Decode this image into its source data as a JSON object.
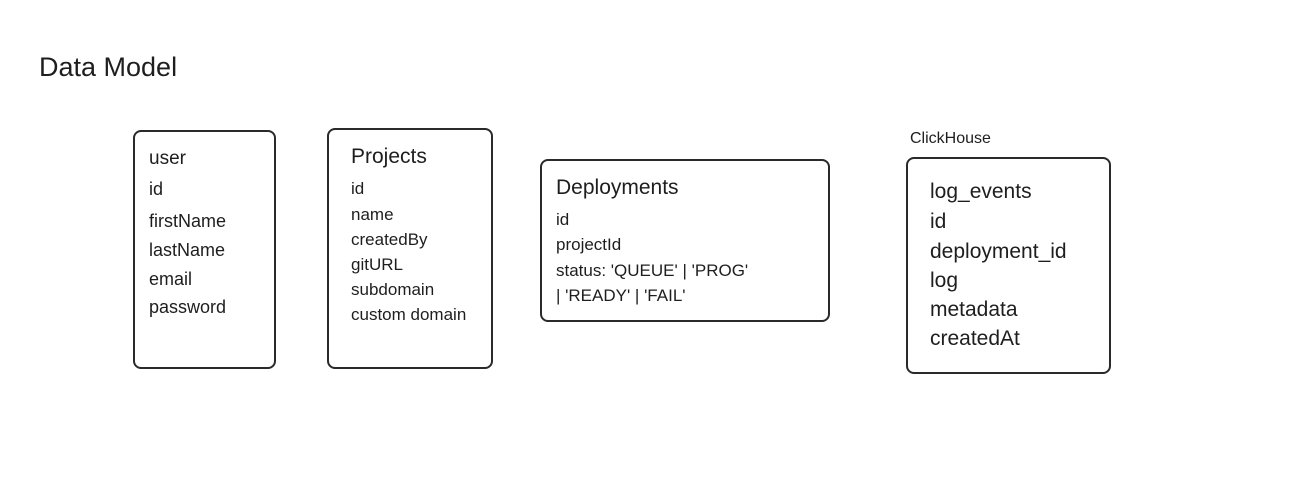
{
  "page": {
    "title": "Data Model"
  },
  "entities": {
    "user": {
      "heading": "user",
      "fields": [
        "id",
        "firstName",
        "lastName",
        "email",
        "password"
      ]
    },
    "projects": {
      "heading": "Projects",
      "fields": [
        "id",
        "name",
        "createdBy",
        "gitURL",
        "subdomain",
        "custom domain"
      ]
    },
    "deployments": {
      "heading": "Deployments",
      "fields": [
        "id",
        "projectId",
        "status: 'QUEUE' | 'PROG'",
        "| 'READY' | 'FAIL'"
      ]
    },
    "log_events": {
      "group_label": "ClickHouse",
      "heading": "log_events",
      "fields": [
        "id",
        "deployment_id",
        "log",
        "metadata",
        "createdAt"
      ]
    }
  }
}
